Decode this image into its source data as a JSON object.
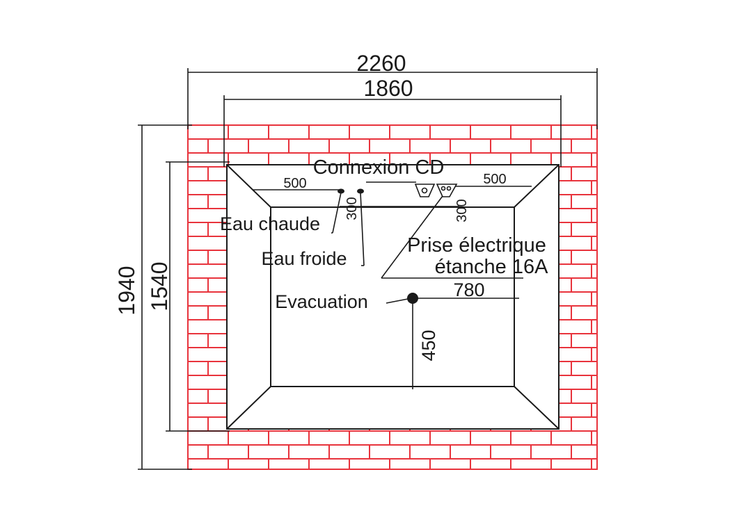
{
  "dimensions": {
    "outer_width": "2260",
    "inner_width": "1860",
    "outer_height": "1940",
    "inner_height": "1540",
    "hot_water_offset": "500",
    "outlet_offset": "500",
    "hot_water_height": "300",
    "outlet_height": "300",
    "drain_x": "780",
    "drain_y": "450"
  },
  "labels": {
    "cd_connection": "Connexion CD",
    "hot_water": "Eau chaude",
    "cold_water": "Eau froide",
    "outlet_line1": "Prise électrique",
    "outlet_line2": "étanche 16A",
    "drain": "Evacuation"
  },
  "colors": {
    "brick": "#e8333c",
    "line": "#1a1a1a"
  }
}
